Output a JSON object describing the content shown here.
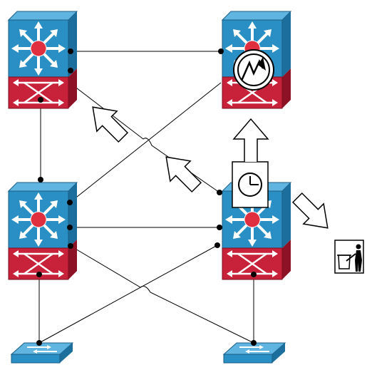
{
  "diagram": {
    "nodes": [
      {
        "id": "core-switch-top-left",
        "kind": "multilayer-switch",
        "icon": "multilayer-switch-icon"
      },
      {
        "id": "core-switch-top-right",
        "kind": "multilayer-switch",
        "badge": "qos-icon"
      },
      {
        "id": "dist-switch-mid-left",
        "kind": "multilayer-switch",
        "icon": "multilayer-switch-icon"
      },
      {
        "id": "dist-switch-mid-right",
        "kind": "multilayer-switch",
        "badge": "queue-clock-icon"
      },
      {
        "id": "access-switch-bottom-left",
        "kind": "workgroup-switch",
        "icon": "workgroup-switch-icon"
      },
      {
        "id": "access-switch-bottom-right",
        "kind": "workgroup-switch",
        "icon": "workgroup-switch-icon"
      },
      {
        "id": "discard-bin",
        "kind": "trash",
        "icon": "trash-bin-icon"
      }
    ],
    "colors": {
      "switch_top": "#2a8fc4",
      "switch_side": "#1c6f9c",
      "router_red": "#c8223a",
      "router_red_side": "#8e1226",
      "hub_red": "#e03040",
      "link": "#000000"
    }
  }
}
